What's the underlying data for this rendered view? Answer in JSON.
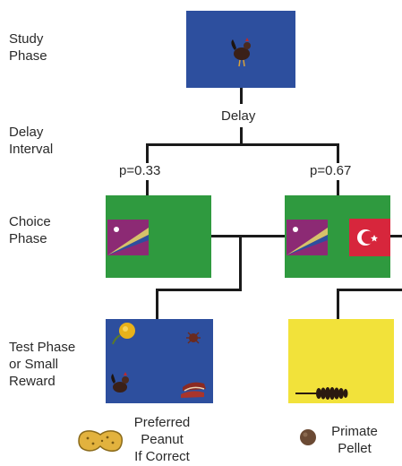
{
  "phases": {
    "study": "Study\nPhase",
    "delay": "Delay\nInterval",
    "choice": "Choice\nPhase",
    "test": "Test Phase\nor Small\nReward"
  },
  "delay_label": "Delay",
  "branches": {
    "left_p": "p=0.33",
    "right_p": "p=0.67"
  },
  "rewards": {
    "preferred": "Preferred\nPeanut\nIf Correct",
    "primate": "Primate\nPellet"
  },
  "colors": {
    "study_bg": "#2d4f9e",
    "choice_bg": "#2f9a3f",
    "test_bg": "#2d4f9e",
    "reward_bg": "#f2e23a",
    "line": "#1a1a1a"
  },
  "icons": {
    "study_sample": "rooster-icon",
    "flag_left": "striped-flag-icon",
    "flag_right": "crescent-flag-icon",
    "peanut": "peanut-icon",
    "pellet": "pellet-icon"
  }
}
